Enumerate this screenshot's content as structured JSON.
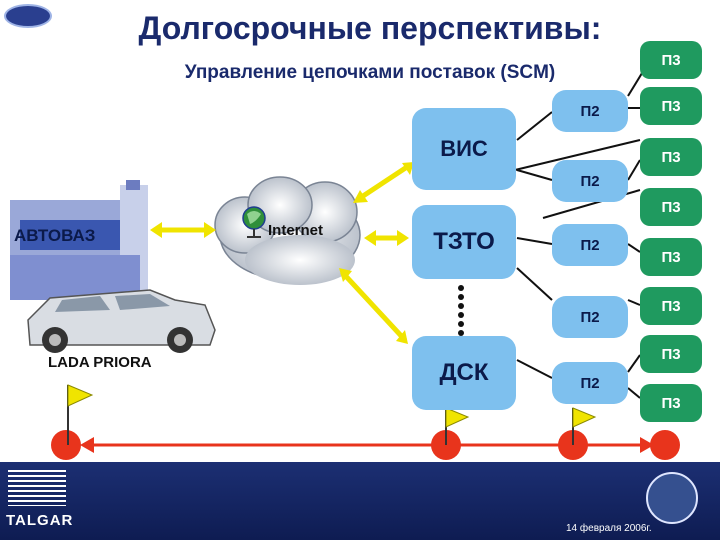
{
  "header": {
    "title": "Долгосрочные перспективы:",
    "subtitle": "Управление цепочками поставок (SCM)"
  },
  "left": {
    "company_label": "АВТОВАЗ",
    "car_label": "LADA PRIORA"
  },
  "cloud": {
    "label": "Internet"
  },
  "nodes": {
    "vis": "ВИС",
    "tzto": "ТЗТО",
    "dsk": "ДСК"
  },
  "p2_items": [
    "П2",
    "П2",
    "П2",
    "П2",
    "П2"
  ],
  "p3_items": [
    "П3",
    "П3",
    "П3",
    "П3",
    "П3",
    "П3",
    "П3",
    "П3"
  ],
  "footer": {
    "brand": "TALGAR",
    "date": "14 февраля 2006г."
  },
  "colors": {
    "title": "#1a2a6c",
    "node_box": "#7ec0ee",
    "p3_box": "#1f9a5f",
    "arrow": "#f0e400",
    "timeline": "#e8341c",
    "footer": "#1c2f73"
  }
}
